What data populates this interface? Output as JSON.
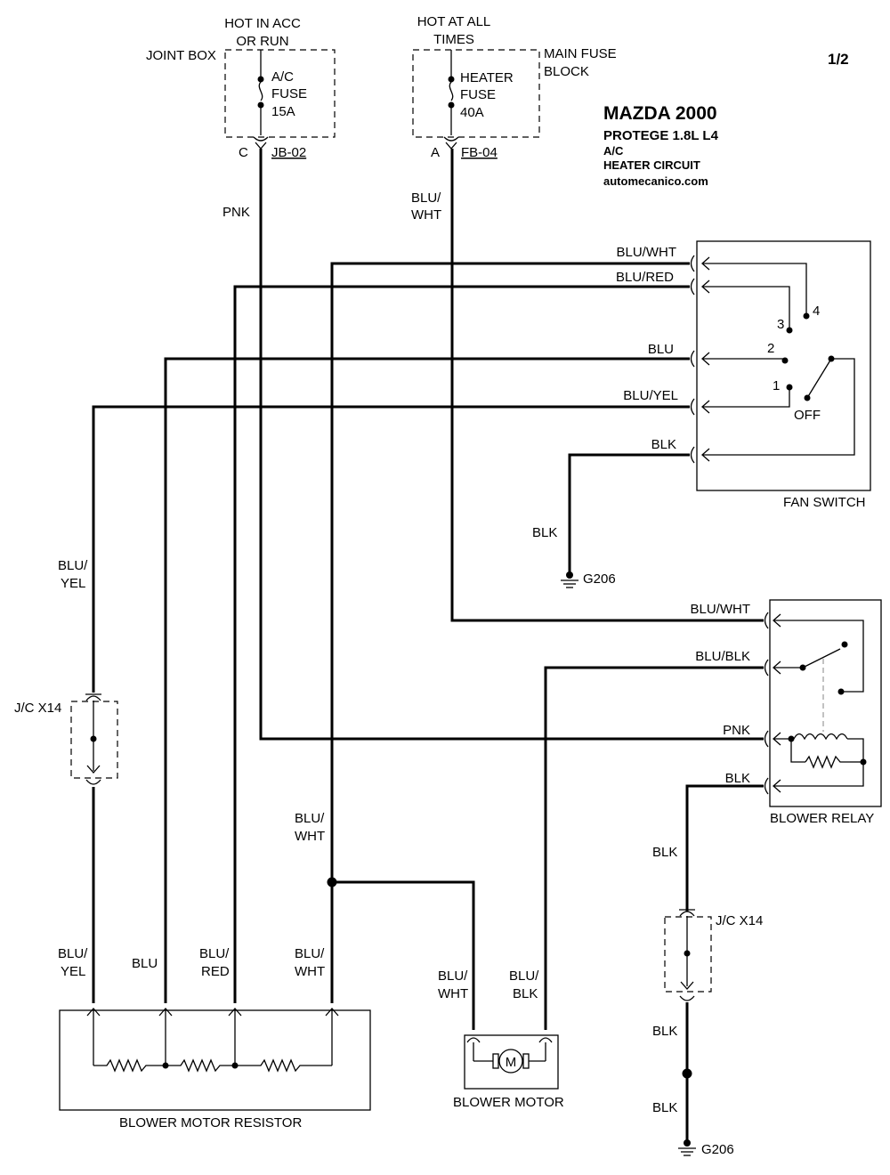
{
  "page_number": "1/2",
  "title": {
    "make_year": "MAZDA 2000",
    "model": "PROTEGE  1.8L  L4",
    "system": "A/C",
    "circuit": "HEATER CIRCUIT",
    "site": "automecanico.com"
  },
  "power": {
    "acc_run_line1": "HOT IN ACC",
    "acc_run_line2": "OR RUN",
    "always_line1": "HOT AT ALL",
    "always_line2": "TIMES"
  },
  "joint_box": {
    "label": "JOINT BOX",
    "fuse_line1": "A/C",
    "fuse_line2": "FUSE",
    "fuse_rating": "15A",
    "terminal": "C",
    "connector": "JB-02"
  },
  "main_fuse_block": {
    "label_line1": "MAIN FUSE",
    "label_line2": "BLOCK",
    "fuse_line1": "HEATER",
    "fuse_line2": "FUSE",
    "fuse_rating": "40A",
    "terminal": "A",
    "connector": "FB-04"
  },
  "wire_colors": {
    "pnk": "PNK",
    "blu_wht_line1": "BLU/",
    "blu_wht_line2": "WHT",
    "blu_yel_line1": "BLU/",
    "blu_yel_line2": "YEL",
    "blu_red_line1": "BLU/",
    "blu_red_line2": "RED",
    "blu_blk_line1": "BLU/",
    "blu_blk_line2": "BLK",
    "blu": "BLU",
    "blk": "BLK",
    "blu_wht": "BLU/WHT",
    "blu_red": "BLU/RED",
    "blu_yel": "BLU/YEL",
    "blu_blk": "BLU/BLK"
  },
  "fan_switch": {
    "label": "FAN SWITCH",
    "positions": [
      "4",
      "3",
      "2",
      "1",
      "OFF"
    ]
  },
  "grounds": {
    "fan_switch_ground": "G206",
    "relay_ground": "G206"
  },
  "blower_relay": {
    "label": "BLOWER RELAY"
  },
  "junction_connectors": {
    "left": "J/C X14",
    "right": "J/C X14"
  },
  "blower_motor": {
    "label": "BLOWER MOTOR",
    "symbol": "M"
  },
  "blower_motor_resistor": {
    "label": "BLOWER MOTOR RESISTOR"
  }
}
